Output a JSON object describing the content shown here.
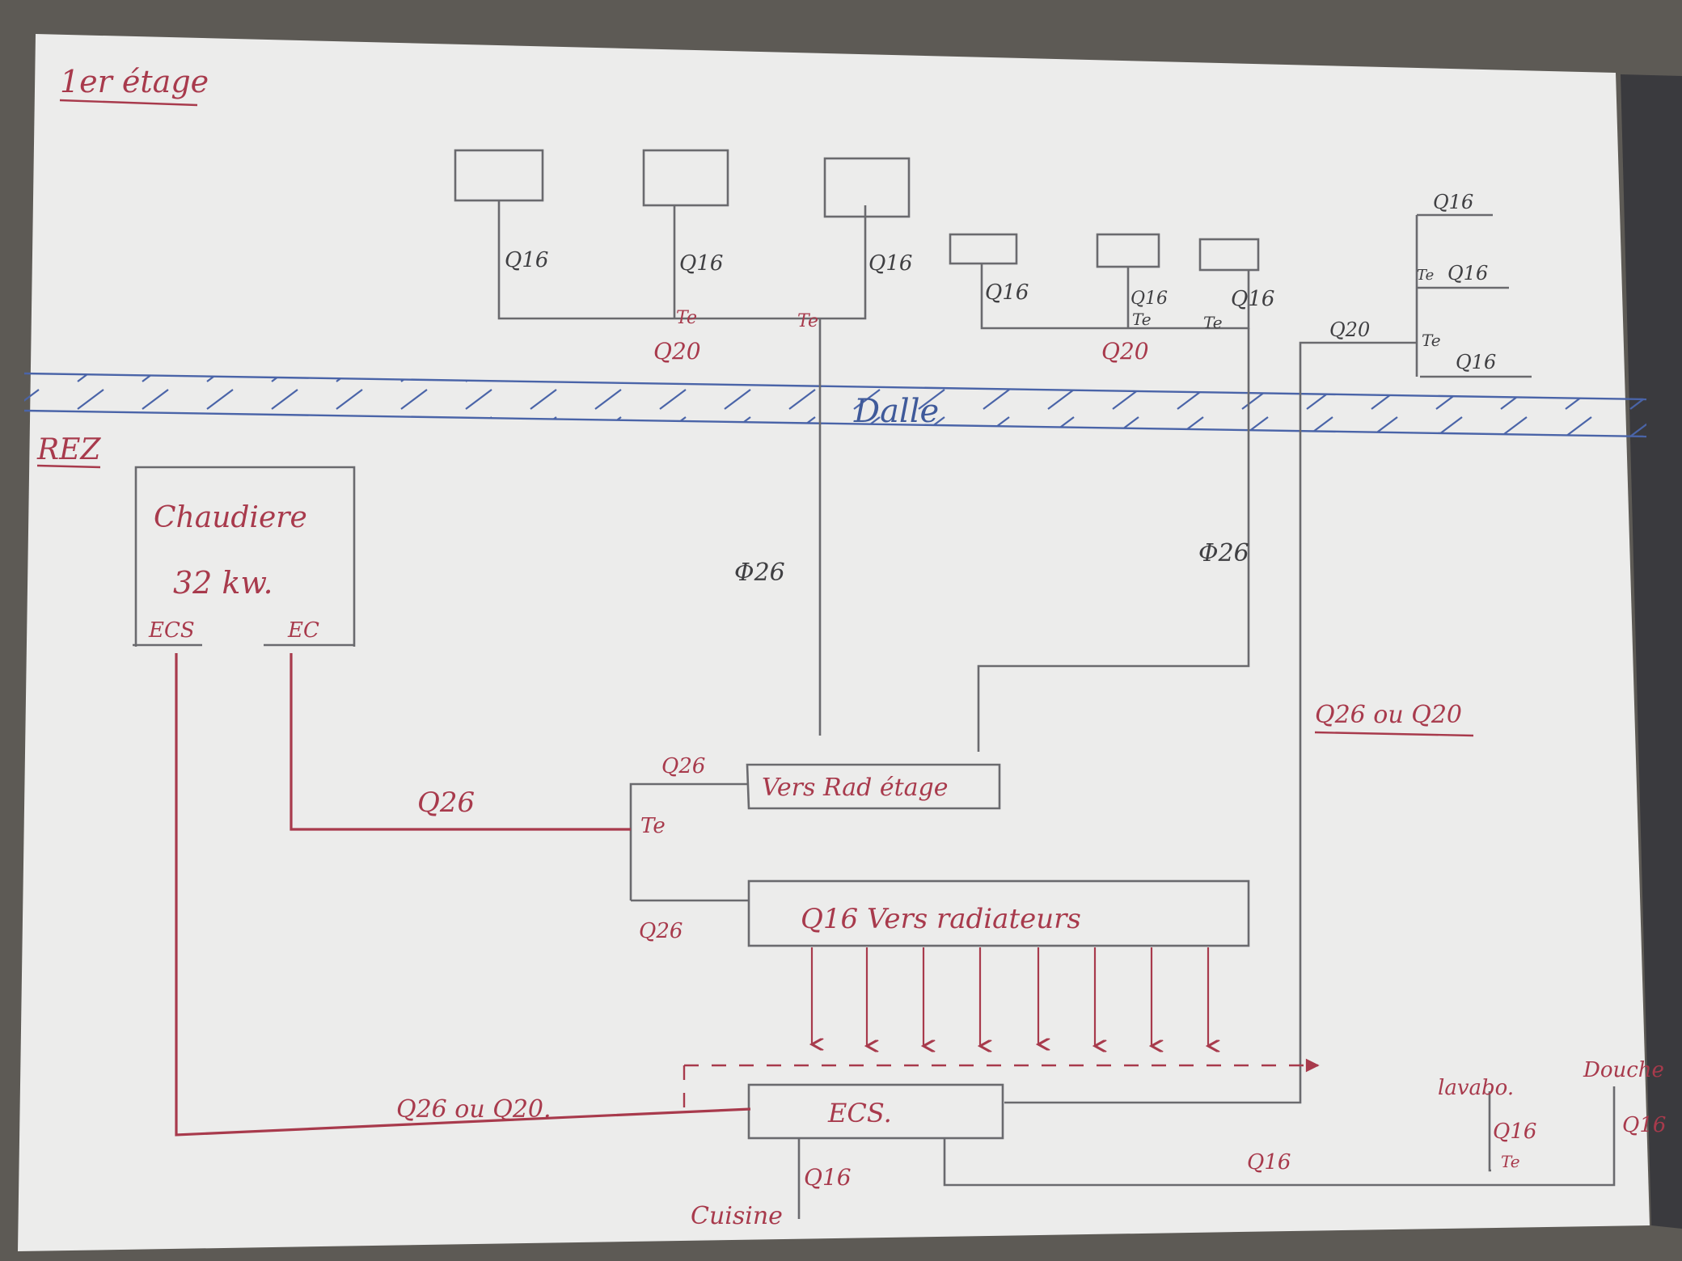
{
  "colors": {
    "pencil": "#6a6a6e",
    "red_pen": "#a83a4c",
    "blue_pen": "#4a64a8",
    "paper": "#ececeb",
    "background": "#5d5a55"
  },
  "floor_labels": {
    "upper": "1er étage",
    "ground": "REZ",
    "slab": "Dalle"
  },
  "boiler": {
    "title": "Chaudiere",
    "power": "32 kw.",
    "outlet_dhw": "ECS",
    "outlet_heating": "EC"
  },
  "pipe_labels": {
    "q16": "Q16",
    "q16_alt": "Q16",
    "q20": "Q20",
    "q26": "Q26",
    "q26_alt": "Q26",
    "phi26": "Φ26",
    "q26_or_q20": "Q26 ou Q20",
    "q26_or_q20_alt": "Q26 ou Q20.",
    "tee": "Te"
  },
  "manifolds": {
    "upper_floor": "Vers Rad étage",
    "radiators": "Q16 Vers radiateurs",
    "dhw": "ECS."
  },
  "outlets": {
    "kitchen": "Cuisine",
    "toilet": "lavabo.",
    "shower": "Douche"
  }
}
